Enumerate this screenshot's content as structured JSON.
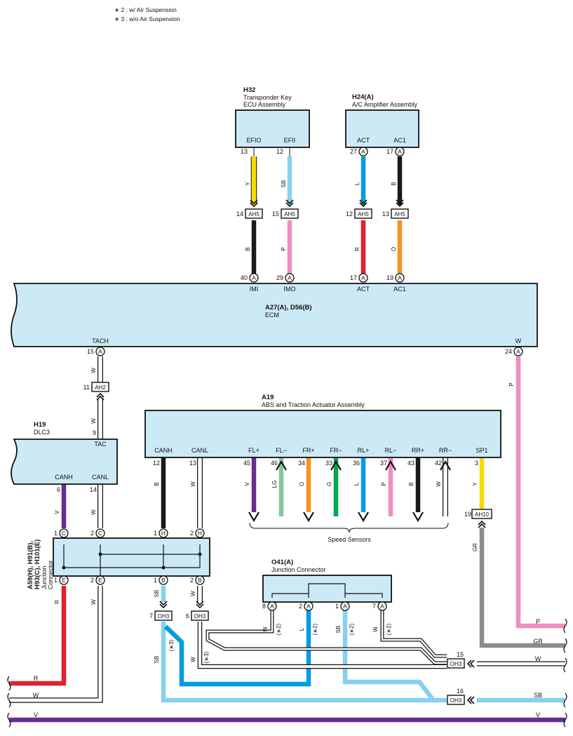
{
  "notes": [
    "∗ 2 : w/ Air Suspension",
    "∗ 3 : w/o Air Suspension"
  ],
  "components": {
    "h32": {
      "code": "H32",
      "name_line1": "Transponder Key",
      "name_line2": "ECU Assembly",
      "pins": [
        "EFIO",
        "EFII"
      ]
    },
    "h24": {
      "code": "H24(A)",
      "name": "A/C Amplifier Assembly",
      "pins": [
        "ACT",
        "AC1"
      ]
    },
    "ecm": {
      "code": "A27(A), D56(B)",
      "name": "ECM",
      "pins_top": [
        "IMI",
        "IMO",
        "ACT",
        "AC1"
      ],
      "pin_tach": "TACH",
      "pin_w": "W"
    },
    "h19": {
      "code": "H19",
      "name": "DLC3",
      "pins": [
        "TAC",
        "CANH",
        "CANL"
      ]
    },
    "a19": {
      "code": "A19",
      "name": "ABS and Traction Actuator Assembly",
      "pins": [
        "CANH",
        "CANL",
        "FL+",
        "FL−",
        "FR+",
        "FR−",
        "RL+",
        "RL−",
        "RR+",
        "RR−",
        "SP1"
      ],
      "group_label": "Speed Sensors"
    },
    "jc": {
      "code_line1": "A59(H), H91(B),",
      "code_line2": "H93(C), H101(E)",
      "name_line1": "Junction",
      "name_line2": "Connector"
    },
    "o41": {
      "code": "O41(A)",
      "name": "Junction Connector"
    }
  },
  "pin_numbers": {
    "h32": [
      "13",
      "12"
    ],
    "h24": [
      "27",
      "17"
    ],
    "ah5": [
      "14",
      "15",
      "12",
      "13"
    ],
    "ecm_top": [
      "40",
      "29",
      "17",
      "19"
    ],
    "ecm_tach": "15",
    "ecm_w": "24",
    "ah2": "11",
    "dlc_tac": "9",
    "dlc_bottom": [
      "6",
      "14"
    ],
    "a19": [
      "12",
      "13",
      "45",
      "46",
      "34",
      "33",
      "36",
      "37",
      "43",
      "42",
      "3"
    ],
    "jc_top": [
      "1",
      "2",
      "1",
      "2"
    ],
    "jc_bottom": [
      "1",
      "2",
      "1",
      "2"
    ],
    "oh3_left": [
      "7",
      "6"
    ],
    "o41": [
      "8",
      "2",
      "1",
      "7"
    ],
    "ah10": "19",
    "oh3_right": [
      "15",
      "16"
    ]
  },
  "pin_letters": {
    "h32": [
      "",
      ""
    ],
    "h24": [
      "A",
      "A"
    ],
    "ecm": [
      "A",
      "A",
      "A",
      "A"
    ],
    "ecm_tach": "A",
    "ecm_w": "A",
    "jc_top": [
      "C",
      "C",
      "H",
      "H"
    ],
    "jc_bottom": [
      "E",
      "E",
      "B",
      "B"
    ],
    "o41": [
      "A",
      "A",
      "A",
      "A"
    ]
  },
  "connectors": {
    "ah5": "AH5",
    "ah2": "AH2",
    "ah10": "AH10",
    "oh3": "OH3"
  },
  "wire_colors": {
    "efio": "Y",
    "efii": "SB",
    "act_up": "L",
    "ac1_up": "B",
    "imi": "B",
    "imo": "P",
    "act_low": "R",
    "ac1_low": "O",
    "tach": "W",
    "w_ecm": "P",
    "dlc_tac": "W",
    "dlc_canh": "V",
    "dlc_canl": "W",
    "a19_canh": "B",
    "a19_canl": "W",
    "a19_sensors": [
      "V",
      "LG",
      "O",
      "G",
      "L",
      "P",
      "B",
      "W"
    ],
    "sp1": "Y",
    "jc_e1": "R",
    "jc_e2": "W",
    "jc_b1": "SB",
    "jc_b2": "W",
    "o41": [
      "W",
      "L",
      "SB",
      "W"
    ],
    "oh3_15": "W",
    "oh3_16": "SB",
    "ah10": "GR",
    "edge": [
      "P",
      "GR",
      "R",
      "W",
      "V"
    ]
  },
  "wire_notes": {
    "star2": "(∗2)",
    "star3": "(∗3)"
  },
  "colors": {
    "Y": "#f7dc00",
    "SB": "#87d0f2",
    "L": "#009ee0",
    "B": "#1a1a1a",
    "P": "#ee8ec1",
    "R": "#e3202b",
    "O": "#f39322",
    "W": "#ffffff",
    "V": "#6a2c8f",
    "LG": "#86c79a",
    "G": "#00a651",
    "GR": "#8c8c8c",
    "box_fill": "#cce9f6"
  }
}
